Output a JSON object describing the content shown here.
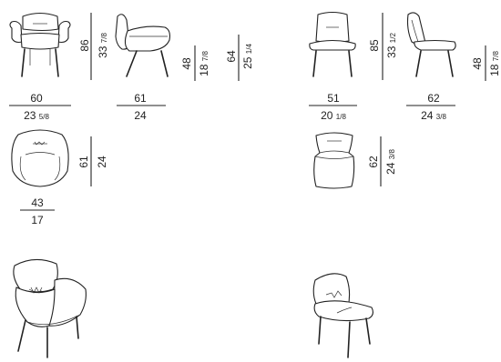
{
  "armchair": {
    "front": {
      "width_cm": "60",
      "width_in": "23",
      "width_in_frac": "5/8",
      "height_cm": "86",
      "height_in": "33",
      "height_in_frac": "7/8"
    },
    "side": {
      "depth_cm": "61",
      "depth_in": "24",
      "seat_cm": "48",
      "seat_in": "18",
      "seat_in_frac": "7/8",
      "arm_cm": "64",
      "arm_in": "25",
      "arm_in_frac": "1/4"
    },
    "top": {
      "width_cm": "43",
      "width_in": "17",
      "depth_cm": "61",
      "depth_in": "24"
    }
  },
  "chair": {
    "front": {
      "width_cm": "51",
      "width_in": "20",
      "width_in_frac": "1/8",
      "height_cm": "85",
      "height_in": "33",
      "height_in_frac": "1/2"
    },
    "side": {
      "depth_cm": "62",
      "depth_in": "24",
      "depth_in_frac": "3/8",
      "seat_cm": "48",
      "seat_in": "18",
      "seat_in_frac": "7/8"
    },
    "top": {
      "depth_cm": "62",
      "depth_in": "24",
      "depth_in_frac": "3/8"
    }
  }
}
